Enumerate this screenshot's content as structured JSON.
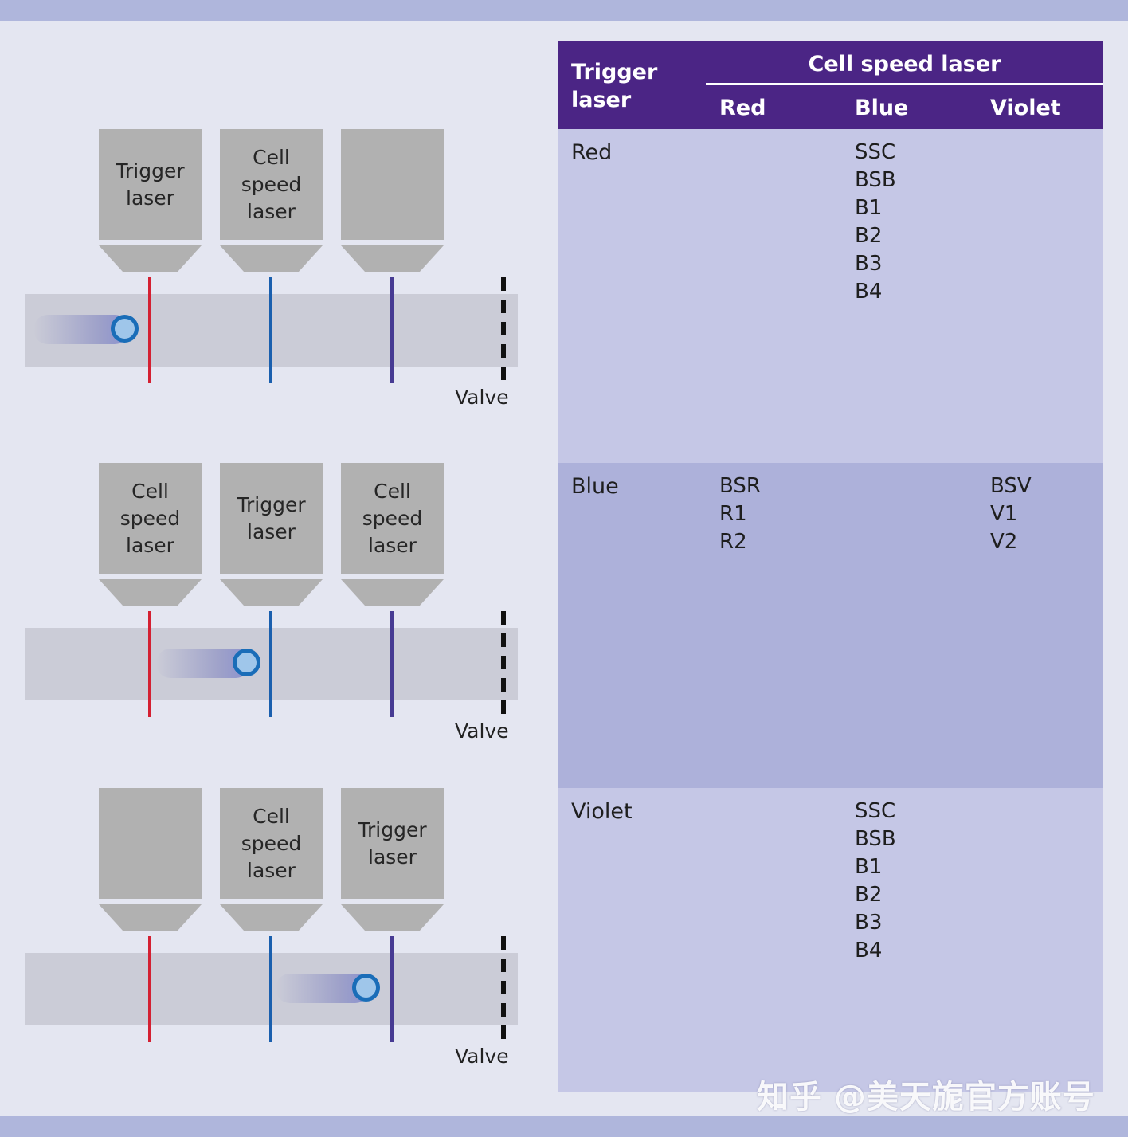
{
  "colors": {
    "header_bg": "#4b2585",
    "row_light": "#c5c7e6",
    "row_dark": "#adb1da",
    "beam_red": "#d42032",
    "beam_blue": "#1a5fae",
    "beam_violet": "#473b93"
  },
  "diagrams": [
    {
      "boxes": [
        "Trigger\nlaser",
        "Cell\nspeed\nlaser",
        ""
      ],
      "valve_label": "Valve"
    },
    {
      "boxes": [
        "Cell\nspeed\nlaser",
        "Trigger\nlaser",
        "Cell\nspeed\nlaser"
      ],
      "valve_label": "Valve"
    },
    {
      "boxes": [
        "",
        "Cell\nspeed\nlaser",
        "Trigger\nlaser"
      ],
      "valve_label": "Valve"
    }
  ],
  "table": {
    "header_trigger": "Trigger\nlaser",
    "header_group": "Cell speed laser",
    "columns": [
      "Red",
      "Blue",
      "Violet"
    ],
    "rows": [
      {
        "label": "Red",
        "red": [],
        "blue": [
          "SSC",
          "BSB",
          "B1",
          "B2",
          "B3",
          "B4"
        ],
        "violet": []
      },
      {
        "label": "Blue",
        "red": [
          "BSR",
          "R1",
          "R2"
        ],
        "blue": [],
        "violet": [
          "BSV",
          "V1",
          "V2"
        ]
      },
      {
        "label": "Violet",
        "red": [],
        "blue": [
          "SSC",
          "BSB",
          "B1",
          "B2",
          "B3",
          "B4"
        ],
        "violet": []
      }
    ]
  },
  "watermark": "知乎 @美天旎官方账号"
}
